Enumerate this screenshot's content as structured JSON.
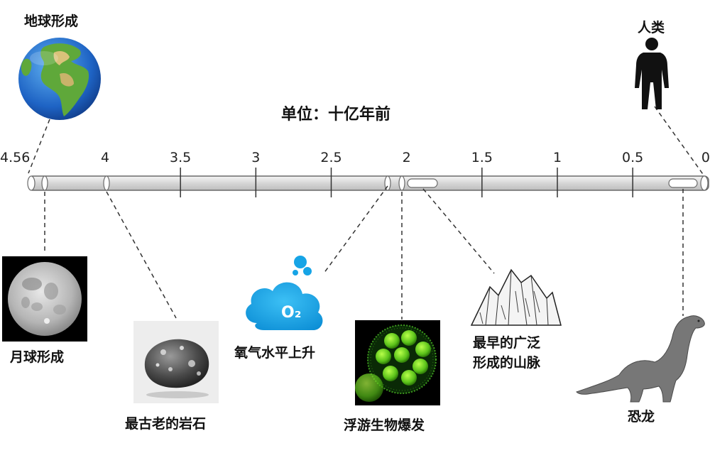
{
  "unit_title": "单位：十亿年前",
  "ticks": [
    {
      "value": 4.56,
      "label": "4.56"
    },
    {
      "value": 4,
      "label": "4"
    },
    {
      "value": 3.5,
      "label": "3.5"
    },
    {
      "value": 3,
      "label": "3"
    },
    {
      "value": 2.5,
      "label": "2.5"
    },
    {
      "value": 2,
      "label": "2"
    },
    {
      "value": 1.5,
      "label": "1.5"
    },
    {
      "value": 1,
      "label": "1"
    },
    {
      "value": 0.5,
      "label": "0.5"
    },
    {
      "value": 0,
      "label": "0"
    }
  ],
  "events": {
    "earth": {
      "label": "地球形成",
      "time": 4.56,
      "icon": "earth-globe-icon"
    },
    "moon": {
      "label": "月球形成",
      "time": 4.5,
      "icon": "moon-photo-icon"
    },
    "oldest_rock": {
      "label": "最古老的岩石",
      "time": 4.0,
      "icon": "rock-photo-icon"
    },
    "oxygen": {
      "label": "氧气水平上升",
      "cloud_text": "O₂",
      "time": 2.1,
      "icon": "oxygen-cloud-icon"
    },
    "plankton": {
      "label": "浮游生物爆发",
      "time": 2.0,
      "icon": "plankton-photo-icon"
    },
    "mountains": {
      "label_line1": "最早的广泛",
      "label_line2": "形成的山脉",
      "time_range": [
        1.9,
        1.8
      ],
      "icon": "mountains-sketch-icon"
    },
    "dinosaurs": {
      "label": "恐龙",
      "time_range": [
        0.25,
        0.066
      ],
      "icon": "dinosaur-icon"
    },
    "humans": {
      "label": "人类",
      "time": 0.0,
      "icon": "human-silhouette-icon"
    }
  }
}
